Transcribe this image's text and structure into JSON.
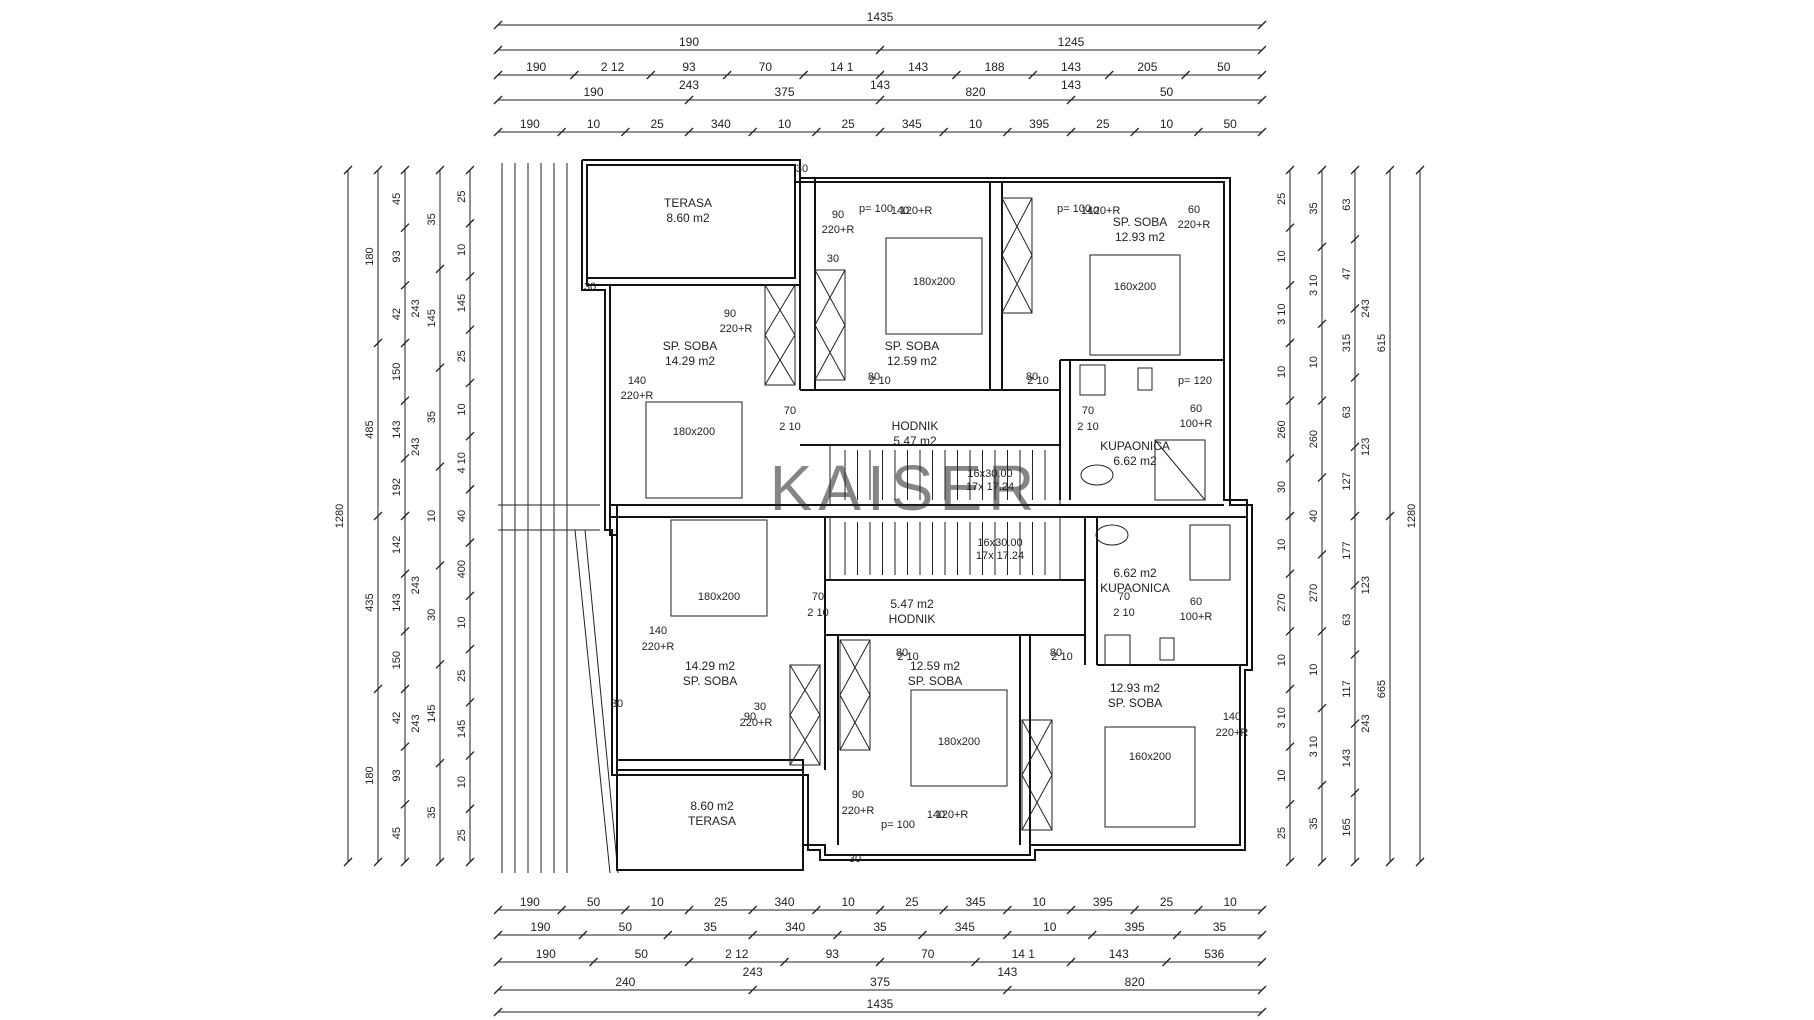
{
  "dims_top": [
    {
      "labels": [
        "1435"
      ]
    },
    {
      "labels": [
        "190",
        "1245"
      ]
    },
    {
      "labels": [
        "190",
        "2 12",
        "93",
        "70",
        "14 1",
        "143",
        "188",
        "143",
        "205",
        "50"
      ],
      "sub": [
        "243",
        "143",
        "143"
      ]
    },
    {
      "labels": [
        "190",
        "375",
        "820",
        "50"
      ]
    },
    {
      "labels": [
        "190",
        "10",
        "25",
        "340",
        "10",
        "25",
        "345",
        "10",
        "395",
        "25",
        "10",
        "50"
      ]
    }
  ],
  "dims_bottom": [
    {
      "labels": [
        "190",
        "50",
        "10",
        "25",
        "340",
        "10",
        "25",
        "345",
        "10",
        "395",
        "25",
        "10"
      ]
    },
    {
      "labels": [
        "190",
        "50",
        "35",
        "340",
        "35",
        "345",
        "10",
        "395",
        "35"
      ]
    },
    {
      "labels": [
        "190",
        "50",
        "2 12",
        "93",
        "70",
        "14 1",
        "143",
        "536"
      ],
      "sub": [
        "243",
        "143"
      ]
    },
    {
      "labels": [
        "240",
        "375",
        "820"
      ]
    },
    {
      "labels": [
        "1435"
      ]
    }
  ],
  "dims_left": [
    {
      "labels": [
        "1280"
      ]
    },
    {
      "labels": [
        "180",
        "485",
        "435",
        "180"
      ]
    },
    {
      "labels": [
        "45",
        "93",
        "42",
        "150",
        "143",
        "192",
        "142",
        "143",
        "150",
        "42",
        "93",
        "45"
      ],
      "sub": [
        "243",
        "243",
        "243",
        "243"
      ]
    },
    {
      "labels": [
        "35",
        "145",
        "35",
        "10",
        "30",
        "145",
        "35"
      ]
    },
    {
      "labels": [
        "25",
        "10",
        "145",
        "25",
        "10",
        "4 10",
        "40",
        "400",
        "10",
        "25",
        "145",
        "10",
        "25"
      ]
    }
  ],
  "dims_right": [
    {
      "labels": [
        "25",
        "10",
        "3 10",
        "10",
        "260",
        "30",
        "10",
        "270",
        "10",
        "3 10",
        "10",
        "25"
      ]
    },
    {
      "labels": [
        "35",
        "3 10",
        "10",
        "260",
        "40",
        "270",
        "10",
        "3 10",
        "35"
      ]
    },
    {
      "labels": [
        "63",
        "47",
        "315",
        "63",
        "127",
        "177",
        "63",
        "117",
        "143",
        "165"
      ],
      "sub": [
        "243",
        "123",
        "123",
        "243"
      ]
    },
    {
      "labels": [
        "615",
        "665"
      ]
    },
    {
      "labels": [
        "1280"
      ]
    }
  ],
  "rooms": [
    {
      "name": "TERASA",
      "area": "8.60  m2"
    },
    {
      "name": "SP.  SOBA",
      "area": "14.29  m2"
    },
    {
      "name": "SP.  SOBA",
      "area": "12.59  m2"
    },
    {
      "name": "SP.  SOBA",
      "area": "12.93  m2"
    },
    {
      "name": "HODNIK",
      "area": "5.47  m2"
    },
    {
      "name": "KUPAONICA",
      "area": "6.62  m2"
    },
    {
      "name": "SP.  SOBA",
      "area": "14.29  m2"
    },
    {
      "name": "SP.  SOBA",
      "area": "12.59  m2"
    },
    {
      "name": "SP.  SOBA",
      "area": "12.93  m2"
    },
    {
      "name": "HODNIK",
      "area": "5.47  m2"
    },
    {
      "name": "KUPAONICA",
      "area": "6.62  m2"
    },
    {
      "name": "TERASA",
      "area": "8.60  m2"
    }
  ],
  "beds": [
    "180x200",
    "180x200",
    "160x200",
    "180x200",
    "180x200",
    "160x200"
  ],
  "stairs": [
    {
      "line1": "16x30.00",
      "line2": "17x 17.24"
    },
    {
      "line1": "16x30.00",
      "line2": "17x 17.24"
    }
  ],
  "openings": [
    "90",
    "220+R",
    "p= 100",
    "140",
    "120+R",
    "p= 100",
    "140",
    "120+R",
    "60",
    "220+R",
    "90",
    "220+R",
    "140",
    "220+R",
    "80",
    "2 10",
    "80",
    "2 10",
    "70",
    "2 10",
    "70",
    "2 10",
    "p= 120",
    "60",
    "100+R",
    "30",
    "30",
    "30"
  ],
  "openings_lower": [
    "70",
    "2 10",
    "70",
    "2 10",
    "60",
    "100+R",
    "140",
    "220+R",
    "80",
    "2 10",
    "80",
    "2 10",
    "90",
    "220+R",
    "140",
    "220+R",
    "90",
    "220+R",
    "p= 100",
    "140",
    "120+R",
    "30",
    "30",
    "30"
  ],
  "watermark": "KAISER"
}
